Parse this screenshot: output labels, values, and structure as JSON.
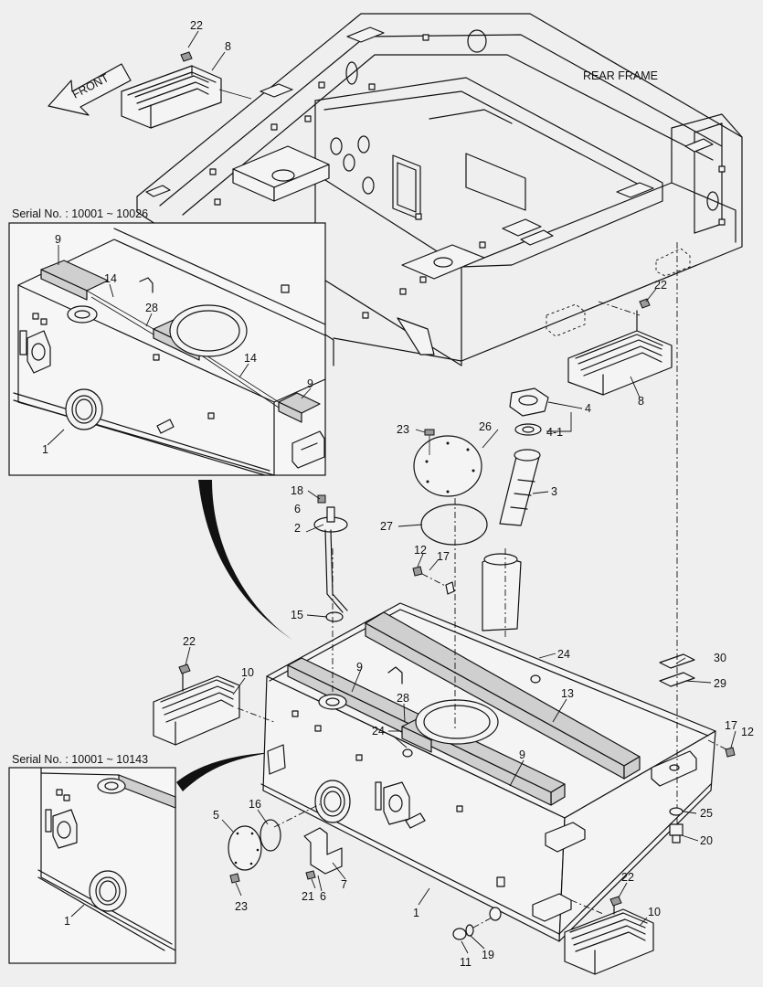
{
  "labels": {
    "rear_frame": "REAR FRAME",
    "front": "FRONT",
    "serial_1": "Serial No. : 10001 ~ 10026",
    "serial_2": "Serial No. : 10001 ~ 10143"
  },
  "part_numbers": {
    "p1": "1",
    "p2": "2",
    "p3": "3",
    "p4": "4",
    "p4_1": "4-1",
    "p5": "5",
    "p6": "6",
    "p7": "7",
    "p8": "8",
    "p9": "9",
    "p10": "10",
    "p11": "11",
    "p12": "12",
    "p13": "13",
    "p14": "14",
    "p15": "15",
    "p16": "16",
    "p17": "17",
    "p18": "18",
    "p19": "19",
    "p20": "20",
    "p21": "21",
    "p22": "22",
    "p23": "23",
    "p24": "24",
    "p25": "25",
    "p26": "26",
    "p27": "27",
    "p28": "28",
    "p29": "29",
    "p30": "30"
  }
}
